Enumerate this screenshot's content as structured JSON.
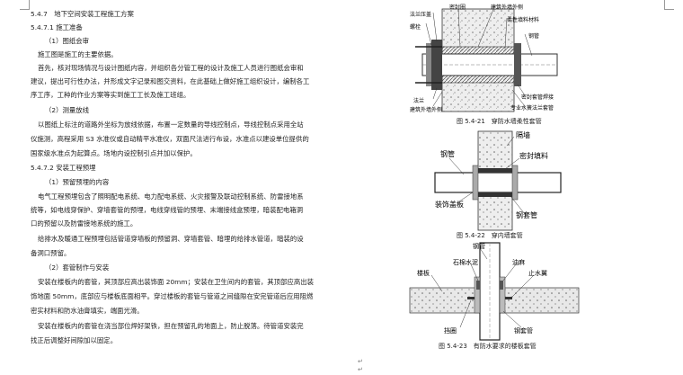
{
  "lines": [
    "5.4.7　地下空间安装工程施工方案",
    "5.4.7.1 施工准备",
    "（1）图纸会审",
    "施工图是施工的主要依据。",
    "首先，核对现场情况与设计图纸内容，并组织各分管工程的设计及施工人员进行图纸会审和",
    "建议，提出可行性办法，并形成文字记录和图交资料，在此基础上做好施工组织设计，编制各工",
    "序工序，工种的作业方案等实到施工工长及施工班组。",
    "（2）测量放线",
    "以图纸上标注的道路外坐标为放线依据，布置一定数量的导线控制点，导线控制点采用全站",
    "仪施测，高程采用 S3 水准仪或自动精平水准仪，双面尺法进行布设，水准点以建设单位提供的",
    "国家级水准点为起算点。场地内设控制引点并加以保护。",
    "5.4.7.2 安装工程预埋",
    "（1）预留预埋的内容",
    "电气工程预埋包含了照明配电系统、电力配电系统、火灾报警及联动控制系统、防雷接地系",
    "统等，如电线穿保护、穿墙套管的预埋，电线穿线管的预埋、末端接线盒预埋，暗装配电箱洞",
    "口的预留以及防雷接地系统的施工。",
    "给排水及暖通工程预埋包括管道穿墙板的预留洞、穿墙套管、暗埋的给排水管道，暗装的设",
    "备洞口预留。",
    "（2）套管制作与安装",
    "安装在楼板内的套管，其顶部应高出装饰面 20mm；安装在卫生间内的套管，其顶部应高出装",
    "饰地面 50mm，底部应与楼板底面相平。穿过楼板的套管与管道之间缝隙在安完管道后应用阻燃",
    "密实材料和防水油膏填实，端面光滑。",
    "安装在楼板内的套管在浇当部位焊好架铁，担在预留孔的地面上，防止脱落。待管道安装完",
    "找正后调整好间隙加以固定。"
  ],
  "fig1": {
    "caption": "图 5.4-21　穿防水墙柔性套管",
    "labels": {
      "flange_ring": "法兰压盖",
      "sealing_ring": "密封圈",
      "bolt": "螺栓",
      "wall_outer": "建筑外墙外侧",
      "soft_fill": "柔性填料材料",
      "pipe": "钢管",
      "flange": "法兰",
      "wall_outer2": "建筑外墙外侧",
      "seal_tight": "密封套管焊接",
      "waterproof": "专业水簧法兰套管"
    }
  },
  "fig2": {
    "caption": "图 5.4-22　穿内墙套管",
    "labels": {
      "wall": "隔墙",
      "pipe": "钢管",
      "fill": "密封填料",
      "cover": "装饰盖板",
      "sleeve": "钢套管"
    }
  },
  "fig3": {
    "caption": "图 5.4-23　有防水要求的楼板套管",
    "labels": {
      "pipe": "钢管",
      "asbestos": "石棉水泥",
      "hemp": "油麻",
      "slab": "楼板",
      "ring": "止水翼",
      "retain": "挡圈",
      "sleeve": "钢套管"
    }
  },
  "ret": "↵"
}
